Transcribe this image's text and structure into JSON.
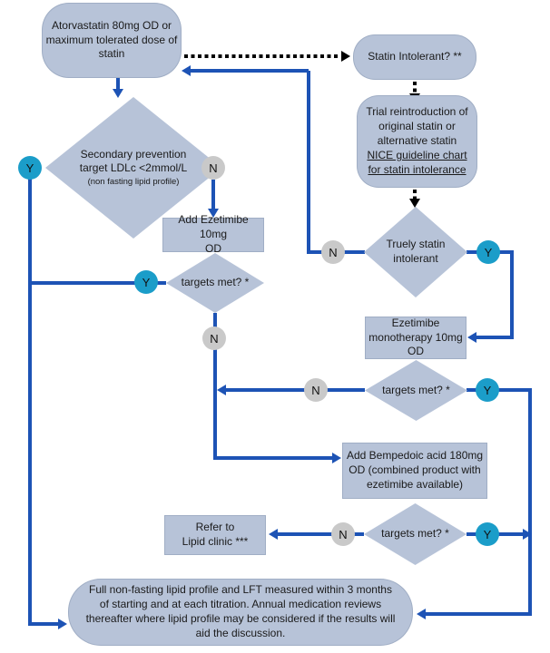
{
  "colors": {
    "node_fill": "#b7c3d8",
    "yes_fill": "#1b9dc9",
    "no_fill": "#c9c9c9",
    "arrow": "#1d53b5",
    "dotted": "#000000"
  },
  "labels": {
    "yes": "Y",
    "no": "N"
  },
  "flow": {
    "start": "Atorvastatin 80mg OD or\nmaximum tolerated dose of\nstatin",
    "statin_intolerant": "Statin Intolerant? **",
    "trial_main": "Trial reintroduction of\noriginal statin or\nalternative statin",
    "trial_link": "NICE guideline chart\nfor statin intolerance",
    "secondary_main": "Secondary prevention\ntarget LDLc <2mmol/L",
    "secondary_sub": "(non fasting lipid profile)",
    "truly_intolerant": "Truely statin\nintolerant",
    "add_ezetimibe": "Add Ezetimibe 10mg\nOD",
    "targets_met_1": "targets met? *",
    "targets_met_2": "targets met? *",
    "targets_met_3": "targets met? *",
    "ezetimibe_monotherapy": "Ezetimibe\nmonotherapy 10mg\nOD",
    "bempedoic": "Add Bempedoic acid 180mg\nOD (combined product with\nezetimibe available)",
    "refer": "Refer to\nLipid clinic ***",
    "monitoring": "Full non-fasting lipid profile and LFT measured within 3 months\nof starting and at each titration. Annual medication reviews\nthereafter where lipid profile may be considered if the results will\naid the discussion."
  }
}
